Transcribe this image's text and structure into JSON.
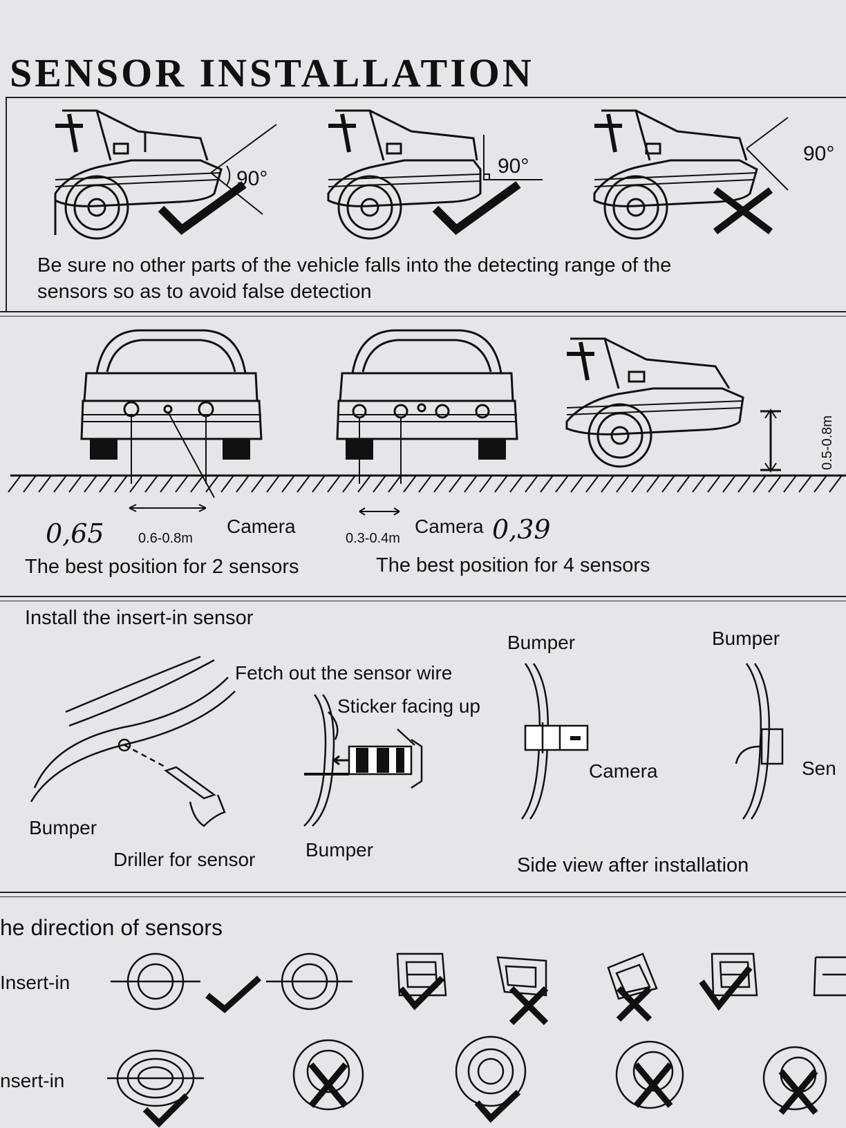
{
  "title": "SENSOR INSTALLATION",
  "angles": {
    "a1": "90°",
    "a2": "90°",
    "a3": "90°"
  },
  "warning": {
    "line1": "Be sure no other parts of the vehicle falls into the detecting range of the",
    "line2": "sensors so as to avoid false detection"
  },
  "position": {
    "dist_2": "0.6-0.8m",
    "dist_4": "0.3-0.4m",
    "height": "0.5-0.8m",
    "camera_1": "Camera",
    "camera_2": "Camera",
    "note_1": "0,65",
    "note_2": "0,39",
    "caption_2": "The best position for 2 sensors",
    "caption_4": "The best position for 4 sensors"
  },
  "install": {
    "heading": "Install the insert-in sensor",
    "fetch": "Fetch out the sensor wire",
    "sticker": "Sticker facing up",
    "bumper_left": "Bumper",
    "driller": "Driller for sensor",
    "bumper_mid": "Bumper",
    "bumper_top1": "Bumper",
    "bumper_top2": "Bumper",
    "camera": "Camera",
    "sensor_cut": "Sen",
    "side_view": "Side view after installation"
  },
  "direction": {
    "heading": "he direction of sensors",
    "row1": "Insert-in",
    "row2": "nsert-in"
  },
  "marks": {
    "ok": "check-mark",
    "bad": "cross-mark"
  }
}
